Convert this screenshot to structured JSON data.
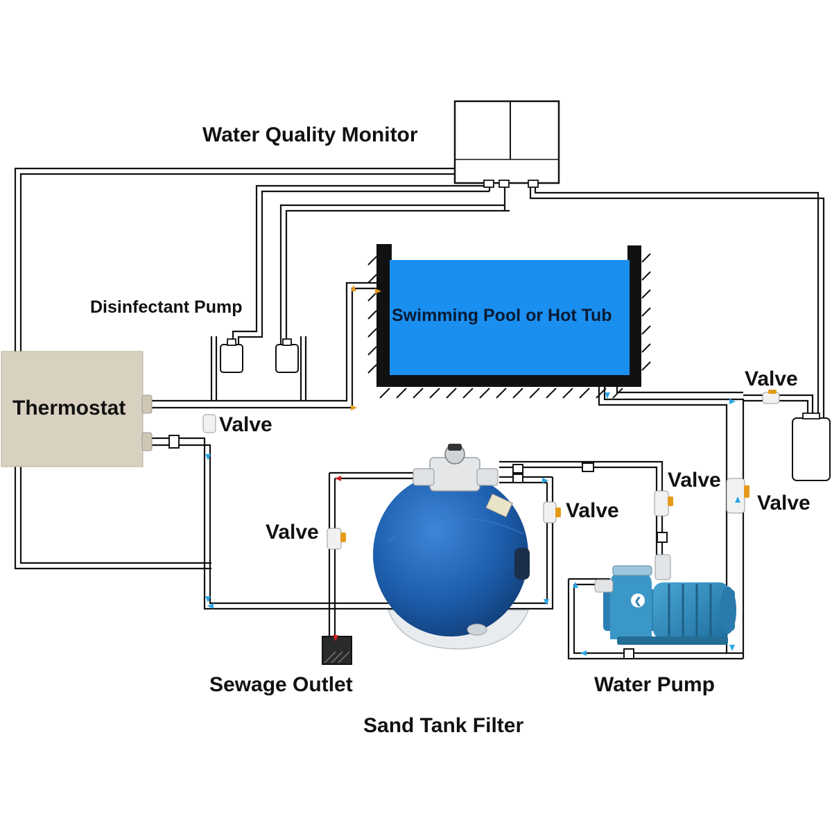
{
  "labels": {
    "water_quality_monitor": "Water Quality Monitor",
    "disinfectant_pump": "Disinfectant Pump",
    "thermostat": "Thermostat",
    "pool": "Swimming Pool or Hot Tub",
    "valve": "Valve",
    "sewage_outlet": "Sewage Outlet",
    "water_pump": "Water Pump",
    "sand_tank_filter": "Sand Tank Filter"
  },
  "colors": {
    "pool_water": "#1a8ff0",
    "thermostat_box": "#d9d1c0",
    "filter_tank": "#1d5fae",
    "pump_body": "#2f86b8",
    "pipe": "#111111",
    "flow_arrow_blue": "#2aa6e6",
    "flow_arrow_orange": "#e59a1a",
    "flow_arrow_red": "#d92020"
  },
  "icons": {
    "valve": "valve-icon",
    "flow_arrow": "flow-arrow-icon",
    "disinfectant_tank": "tank-icon",
    "filter": "sand-filter-icon",
    "pump": "water-pump-icon"
  }
}
